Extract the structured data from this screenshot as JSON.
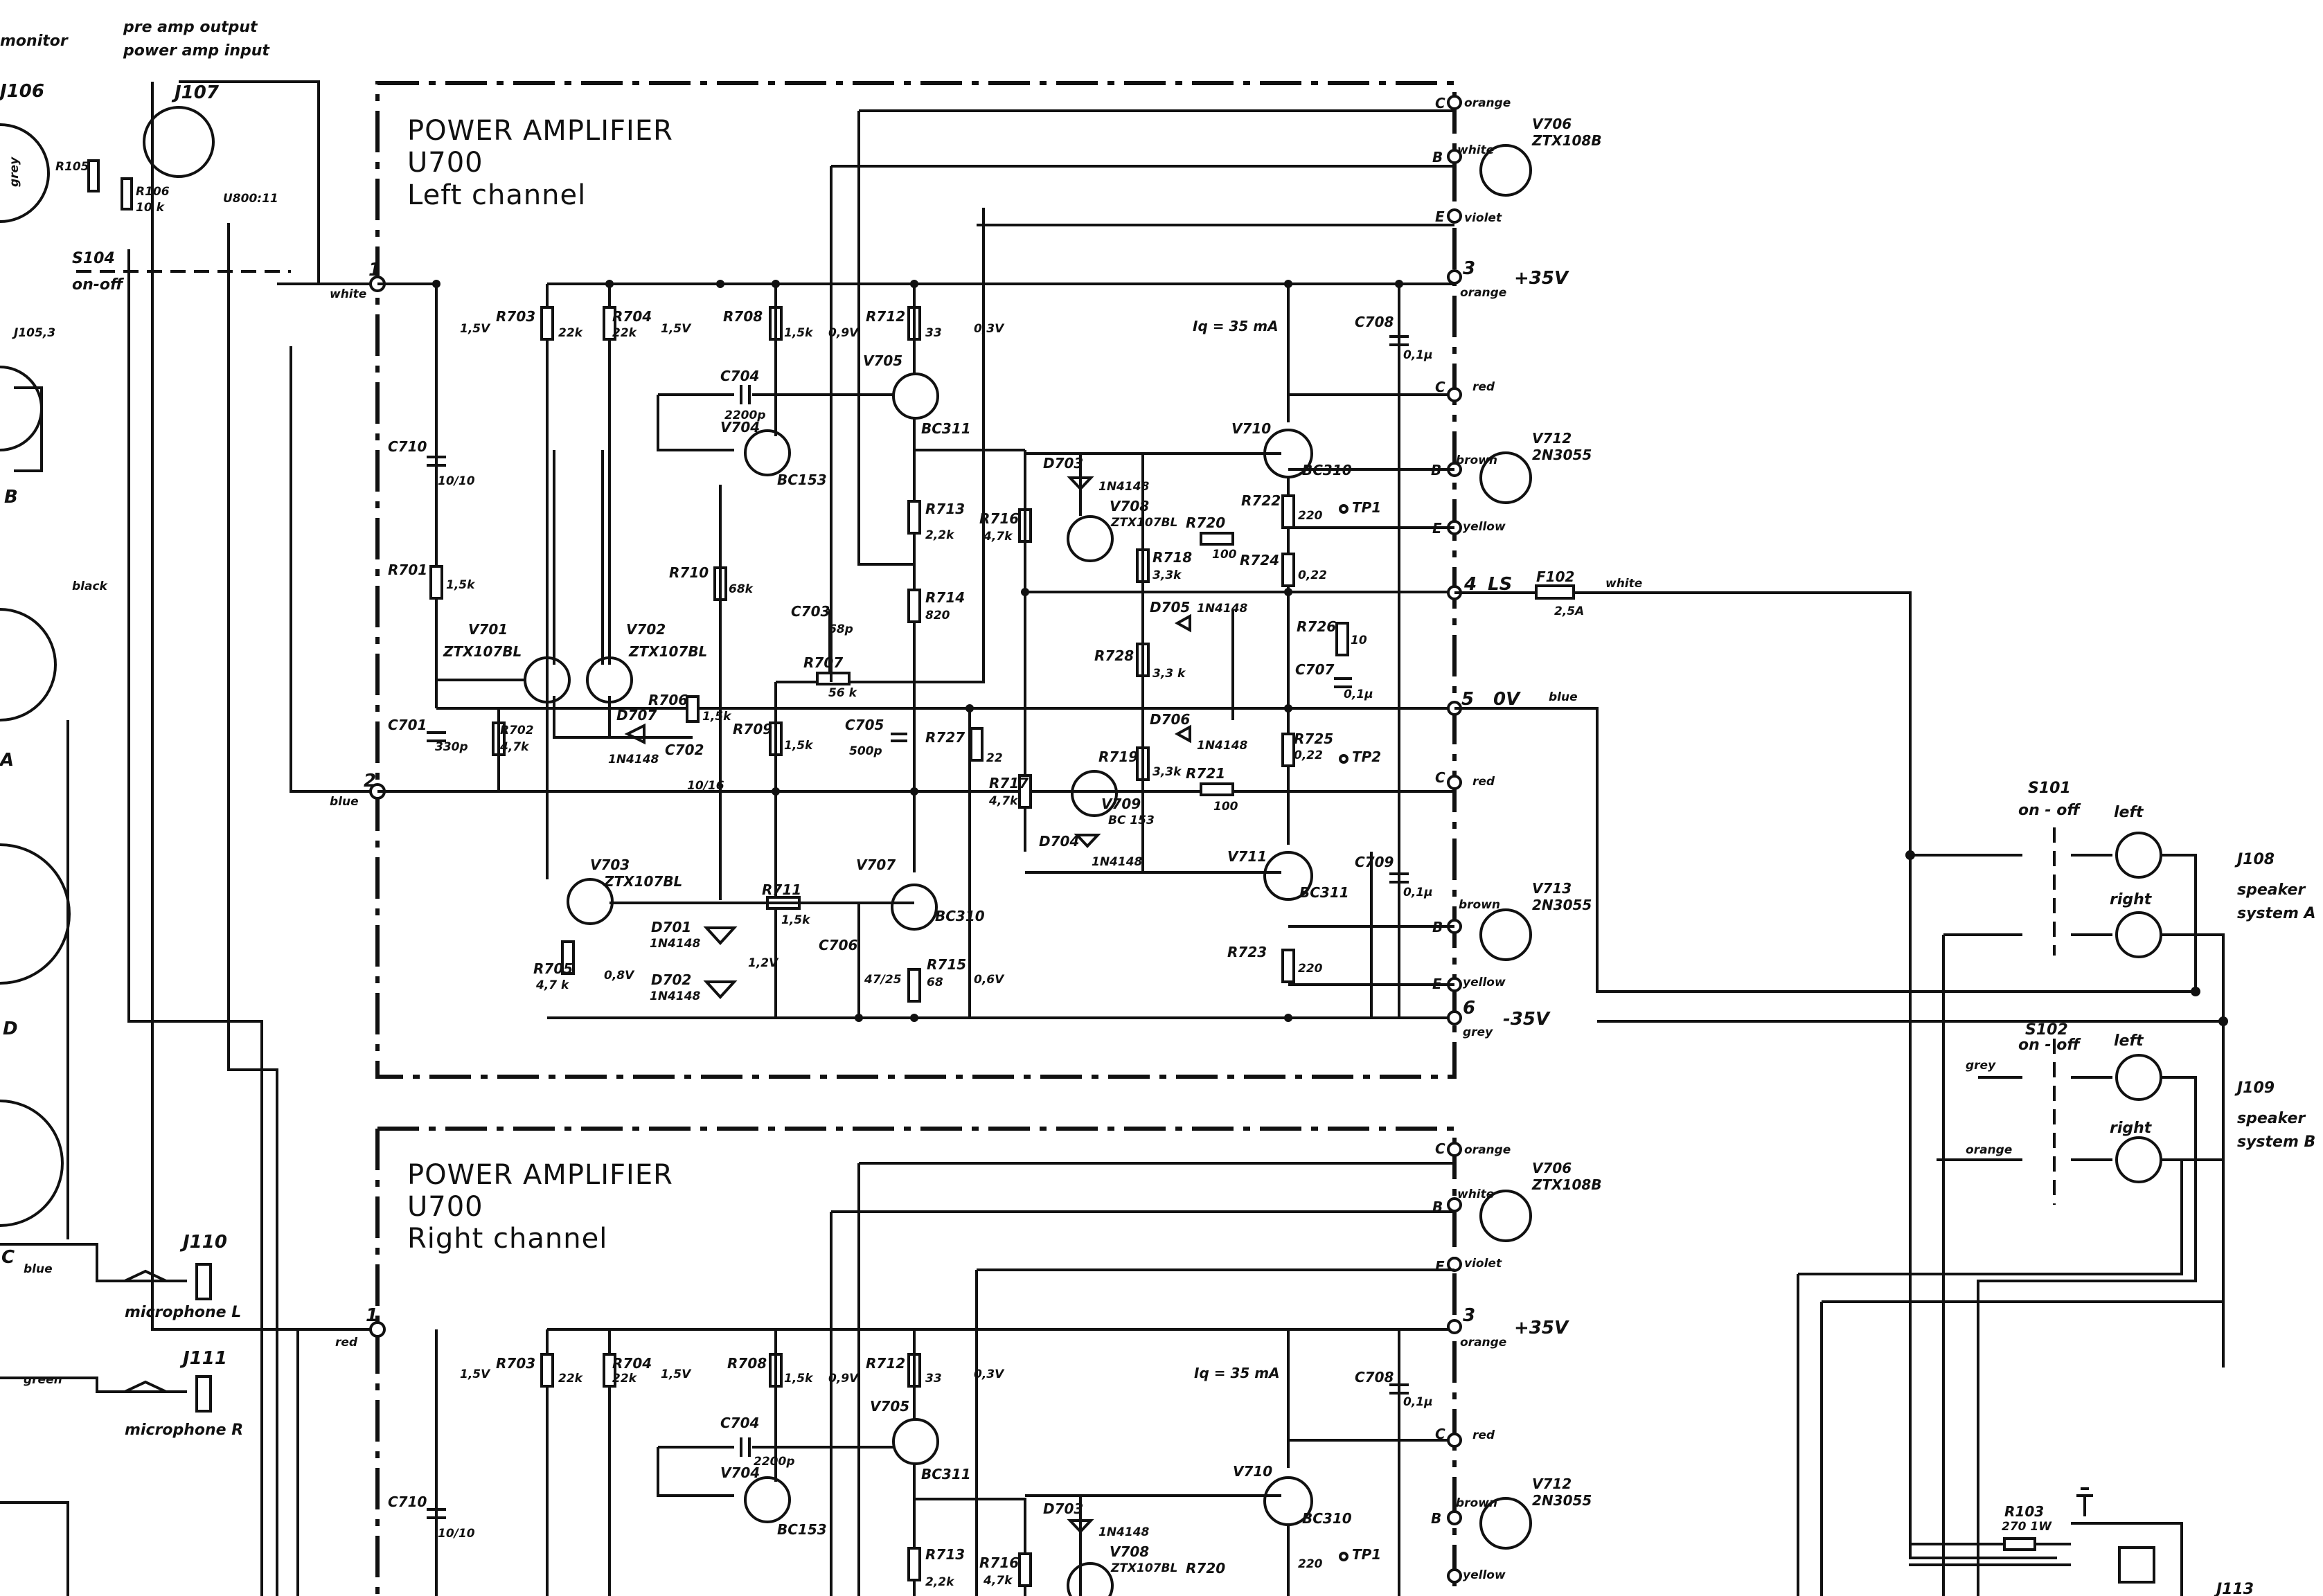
{
  "header": {
    "monitor_label": "monitor",
    "preamp_out_label": "pre amp output",
    "poweramp_in_label": "power amp input",
    "j106": "J106",
    "j107": "J107",
    "u800": "U800:11",
    "r105": "R105",
    "r106": "R106",
    "r106_val": "10 k",
    "s104": "S104",
    "s104_state": "on-off",
    "grey_wire": "grey",
    "j105": "J105,3",
    "left_b": "B",
    "left_a": "A",
    "left_d": "D",
    "left_c": "C",
    "black_wire": "black"
  },
  "left_channel": {
    "title1": "POWER AMPLIFIER",
    "title2": "U700",
    "title3": "Left channel",
    "wire_white": "white",
    "wire_blue": "blue",
    "node1": "1",
    "node2": "2",
    "C710": "C710",
    "C710_val": "10/10",
    "R701": "R701",
    "R701_val": "1,5k",
    "C701": "C701",
    "C701_val": "330p",
    "R702": "R702",
    "R702_val": "4,7k",
    "V701": "V701",
    "V701_type": "ZTX107BL",
    "V702": "V702",
    "V702_type": "ZTX107BL",
    "R703": "R703",
    "R703_val": "22k",
    "R704": "R704",
    "R704_val": "22k",
    "v15a": "1,5V",
    "v15b": "1,5V",
    "R708": "R708",
    "R708_val": "1,5k",
    "v09": "0,9V",
    "R712": "R712",
    "R712_val": "33",
    "v03": "0,3V",
    "C704": "C704",
    "C704_val": "2200p",
    "V704": "V704",
    "V704_type": "BC153",
    "V705": "V705",
    "V705_type": "BC311",
    "R710": "R710",
    "R710_val": "68k",
    "R713": "R713",
    "R713_val": "2,2k",
    "R714": "R714",
    "R714_val": "820",
    "R716": "R716",
    "R716_val": "4,7k",
    "C703": "C703",
    "C703_val": "68p",
    "R707": "R707",
    "R707_val": "56 k",
    "R706": "R706",
    "R706_val": "1,5k",
    "D707": "D707",
    "D707_type": "1N4148",
    "C702": "C702",
    "C702_val": "10/16",
    "R709": "R709",
    "R709_val": "1,5k",
    "C705": "C705",
    "C705_val": "500p",
    "R727": "R727",
    "R727_val": "22",
    "R717": "R717",
    "R717_val": "4,7k",
    "V703": "V703",
    "V703_type": "ZTX107BL",
    "R705": "R705",
    "R705_val": "4,7 k",
    "v08": "0,8V",
    "D701": "D701",
    "D701_type": "1N4148",
    "D702": "D702",
    "D702_type": "1N4148",
    "v12": "1,2V",
    "R711": "R711",
    "R711_val": "1,5k",
    "V707": "V707",
    "V707_type": "BC310",
    "C706": "C706",
    "C706_val": "47/25",
    "R715": "R715",
    "R715_val": "68",
    "v06": "0,6V",
    "D703": "D703",
    "D703_type": "1N4148",
    "V708": "V708",
    "V708_type": "ZTX107BL",
    "R720": "R720",
    "R720_val": "100",
    "R718": "R718",
    "R718_val": "3,3k",
    "D705": "D705",
    "D705_type": "1N4148",
    "R728": "R728",
    "R728_val": "3,3 k",
    "D706": "D706",
    "D706_type": "1N4148",
    "R719": "R719",
    "R719_val": "3,3k",
    "V709": "V709",
    "V709_type": "BC 153",
    "R721": "R721",
    "R721_val": "100",
    "D704": "D704",
    "D704_type": "1N4148",
    "iq": "Iq = 35 mA",
    "V710": "V710",
    "V710_type": "BC310",
    "R722": "R722",
    "R722_val": "220",
    "TP1": "TP1",
    "R724": "R724",
    "R724_val": "0,22",
    "R726": "R726",
    "R726_val": "10",
    "C707": "C707",
    "C707_val": "0,1µ",
    "R725": "R725",
    "R725_val": "0,22",
    "TP2": "TP2",
    "V711": "V711",
    "V711_type": "BC311",
    "R723": "R723",
    "R723_val": "220",
    "C708": "C708",
    "C708_val": "0,1µ",
    "C709": "C709",
    "C709_val": "0,1µ",
    "V706": "V706",
    "V706_type": "ZTX108B",
    "V712": "V712",
    "V712_type": "2N3055",
    "V713": "V713",
    "V713_type": "2N3055",
    "pin_c": "C",
    "pin_b": "B",
    "pin_e": "E",
    "w_orange": "orange",
    "w_white": "white",
    "w_violet": "violet",
    "w_red": "red",
    "w_brown": "brown",
    "w_yellow": "yellow",
    "w_grey": "grey",
    "w_blue": "blue",
    "node3": "3",
    "plus35": "+35V",
    "node4": "4",
    "ls": "LS",
    "F102": "F102",
    "F102_val": "2,5A",
    "node5": "5",
    "zero_v": "0V",
    "node6": "6",
    "minus35": "-35V"
  },
  "right_channel": {
    "title1": "POWER AMPLIFIER",
    "title2": "U700",
    "title3": "Right channel",
    "wire_red": "red",
    "node1": "1",
    "R703": "R703",
    "R703_val": "22k",
    "R704": "R704",
    "R704_val": "22k",
    "v15a": "1,5V",
    "v15b": "1,5V",
    "R708": "R708",
    "R708_val": "1,5k",
    "v09": "0,9V",
    "R712": "R712",
    "R712_val": "33",
    "v03": "0,3V",
    "C704": "C704",
    "C704_val": "2200p",
    "V704": "V704",
    "V704_type": "BC153",
    "V705": "V705",
    "V705_type": "BC311",
    "C710": "C710",
    "C710_val": "10/10",
    "R713": "R713",
    "R713_val": "2,2k",
    "R716": "R716",
    "R716_val": "4,7k",
    "D703": "D703",
    "D703_type": "1N4148",
    "V708": "V708",
    "V708_type": "ZTX107BL",
    "R720": "R720",
    "iq": "Iq = 35 mA",
    "V710": "V710",
    "V710_type": "BC310",
    "R722": "220",
    "TP1": "TP1",
    "C708": "C708",
    "C708_val": "0,1µ",
    "V706": "V706",
    "V706_type": "ZTX108B",
    "V712": "V712",
    "V712_type": "2N3055",
    "node3": "3",
    "plus35": "+35V"
  },
  "speakers": {
    "S101": "S101",
    "S101_state": "on - off",
    "S102": "S102",
    "S102_state": "on - off",
    "left": "left",
    "right": "right",
    "J108": "J108",
    "J108_desc1": "speaker",
    "J108_desc2": "system A",
    "J109": "J109",
    "J109_desc1": "speaker",
    "J109_desc2": "system B",
    "grey": "grey",
    "orange": "orange",
    "R103": "R103",
    "R103_val": "270 1W",
    "J113": "J113"
  },
  "mics": {
    "J110": "J110",
    "J110_label": "microphone L",
    "J110_wire": "blue",
    "J111": "J111",
    "J111_label": "microphone R",
    "J111_wire": "green"
  }
}
